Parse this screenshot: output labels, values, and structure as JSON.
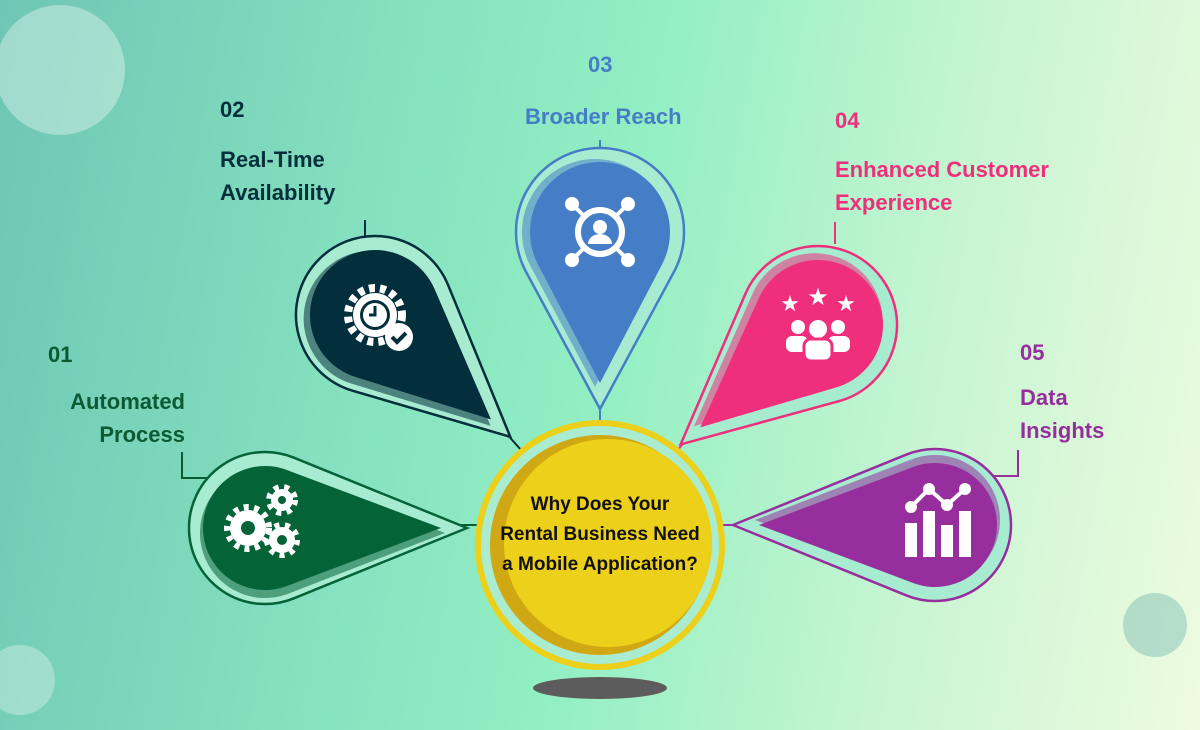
{
  "title": "Why Does Your Rental Business Need a Mobile Application?",
  "center_color": "#ecd01a",
  "items": [
    {
      "number": "01",
      "label": "Automated Process",
      "color": "#056338",
      "icon": "gears-icon"
    },
    {
      "number": "02",
      "label": "Real-Time Availability",
      "color": "#032e3c",
      "icon": "gear-clock-check-icon"
    },
    {
      "number": "03",
      "label": "Broader Reach",
      "color": "#457ec7",
      "icon": "network-user-icon"
    },
    {
      "number": "04",
      "label": "Enhanced Customer Experience",
      "color": "#ef2e7c",
      "icon": "customers-stars-icon"
    },
    {
      "number": "05",
      "label": "Data Insights",
      "color": "#972e9e",
      "icon": "bar-chart-trend-icon"
    }
  ]
}
